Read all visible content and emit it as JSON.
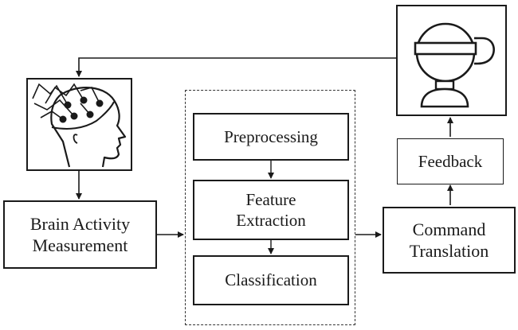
{
  "diagram": {
    "nodes": {
      "brain_activity": "Brain Activity\nMeasurement",
      "preprocessing": "Preprocessing",
      "feature_extraction": "Feature\nExtraction",
      "classification": "Classification",
      "command_translation": "Command\nTranslation",
      "feedback": "Feedback"
    },
    "images": {
      "eeg_head": "eeg-head-icon",
      "robot": "robot-icon"
    },
    "edges": [
      [
        "robot",
        "eeg_head"
      ],
      [
        "eeg_head",
        "brain_activity"
      ],
      [
        "brain_activity",
        "processing_group"
      ],
      [
        "preprocessing",
        "feature_extraction"
      ],
      [
        "feature_extraction",
        "classification"
      ],
      [
        "processing_group",
        "command_translation"
      ],
      [
        "command_translation",
        "feedback"
      ],
      [
        "feedback",
        "robot"
      ]
    ]
  }
}
